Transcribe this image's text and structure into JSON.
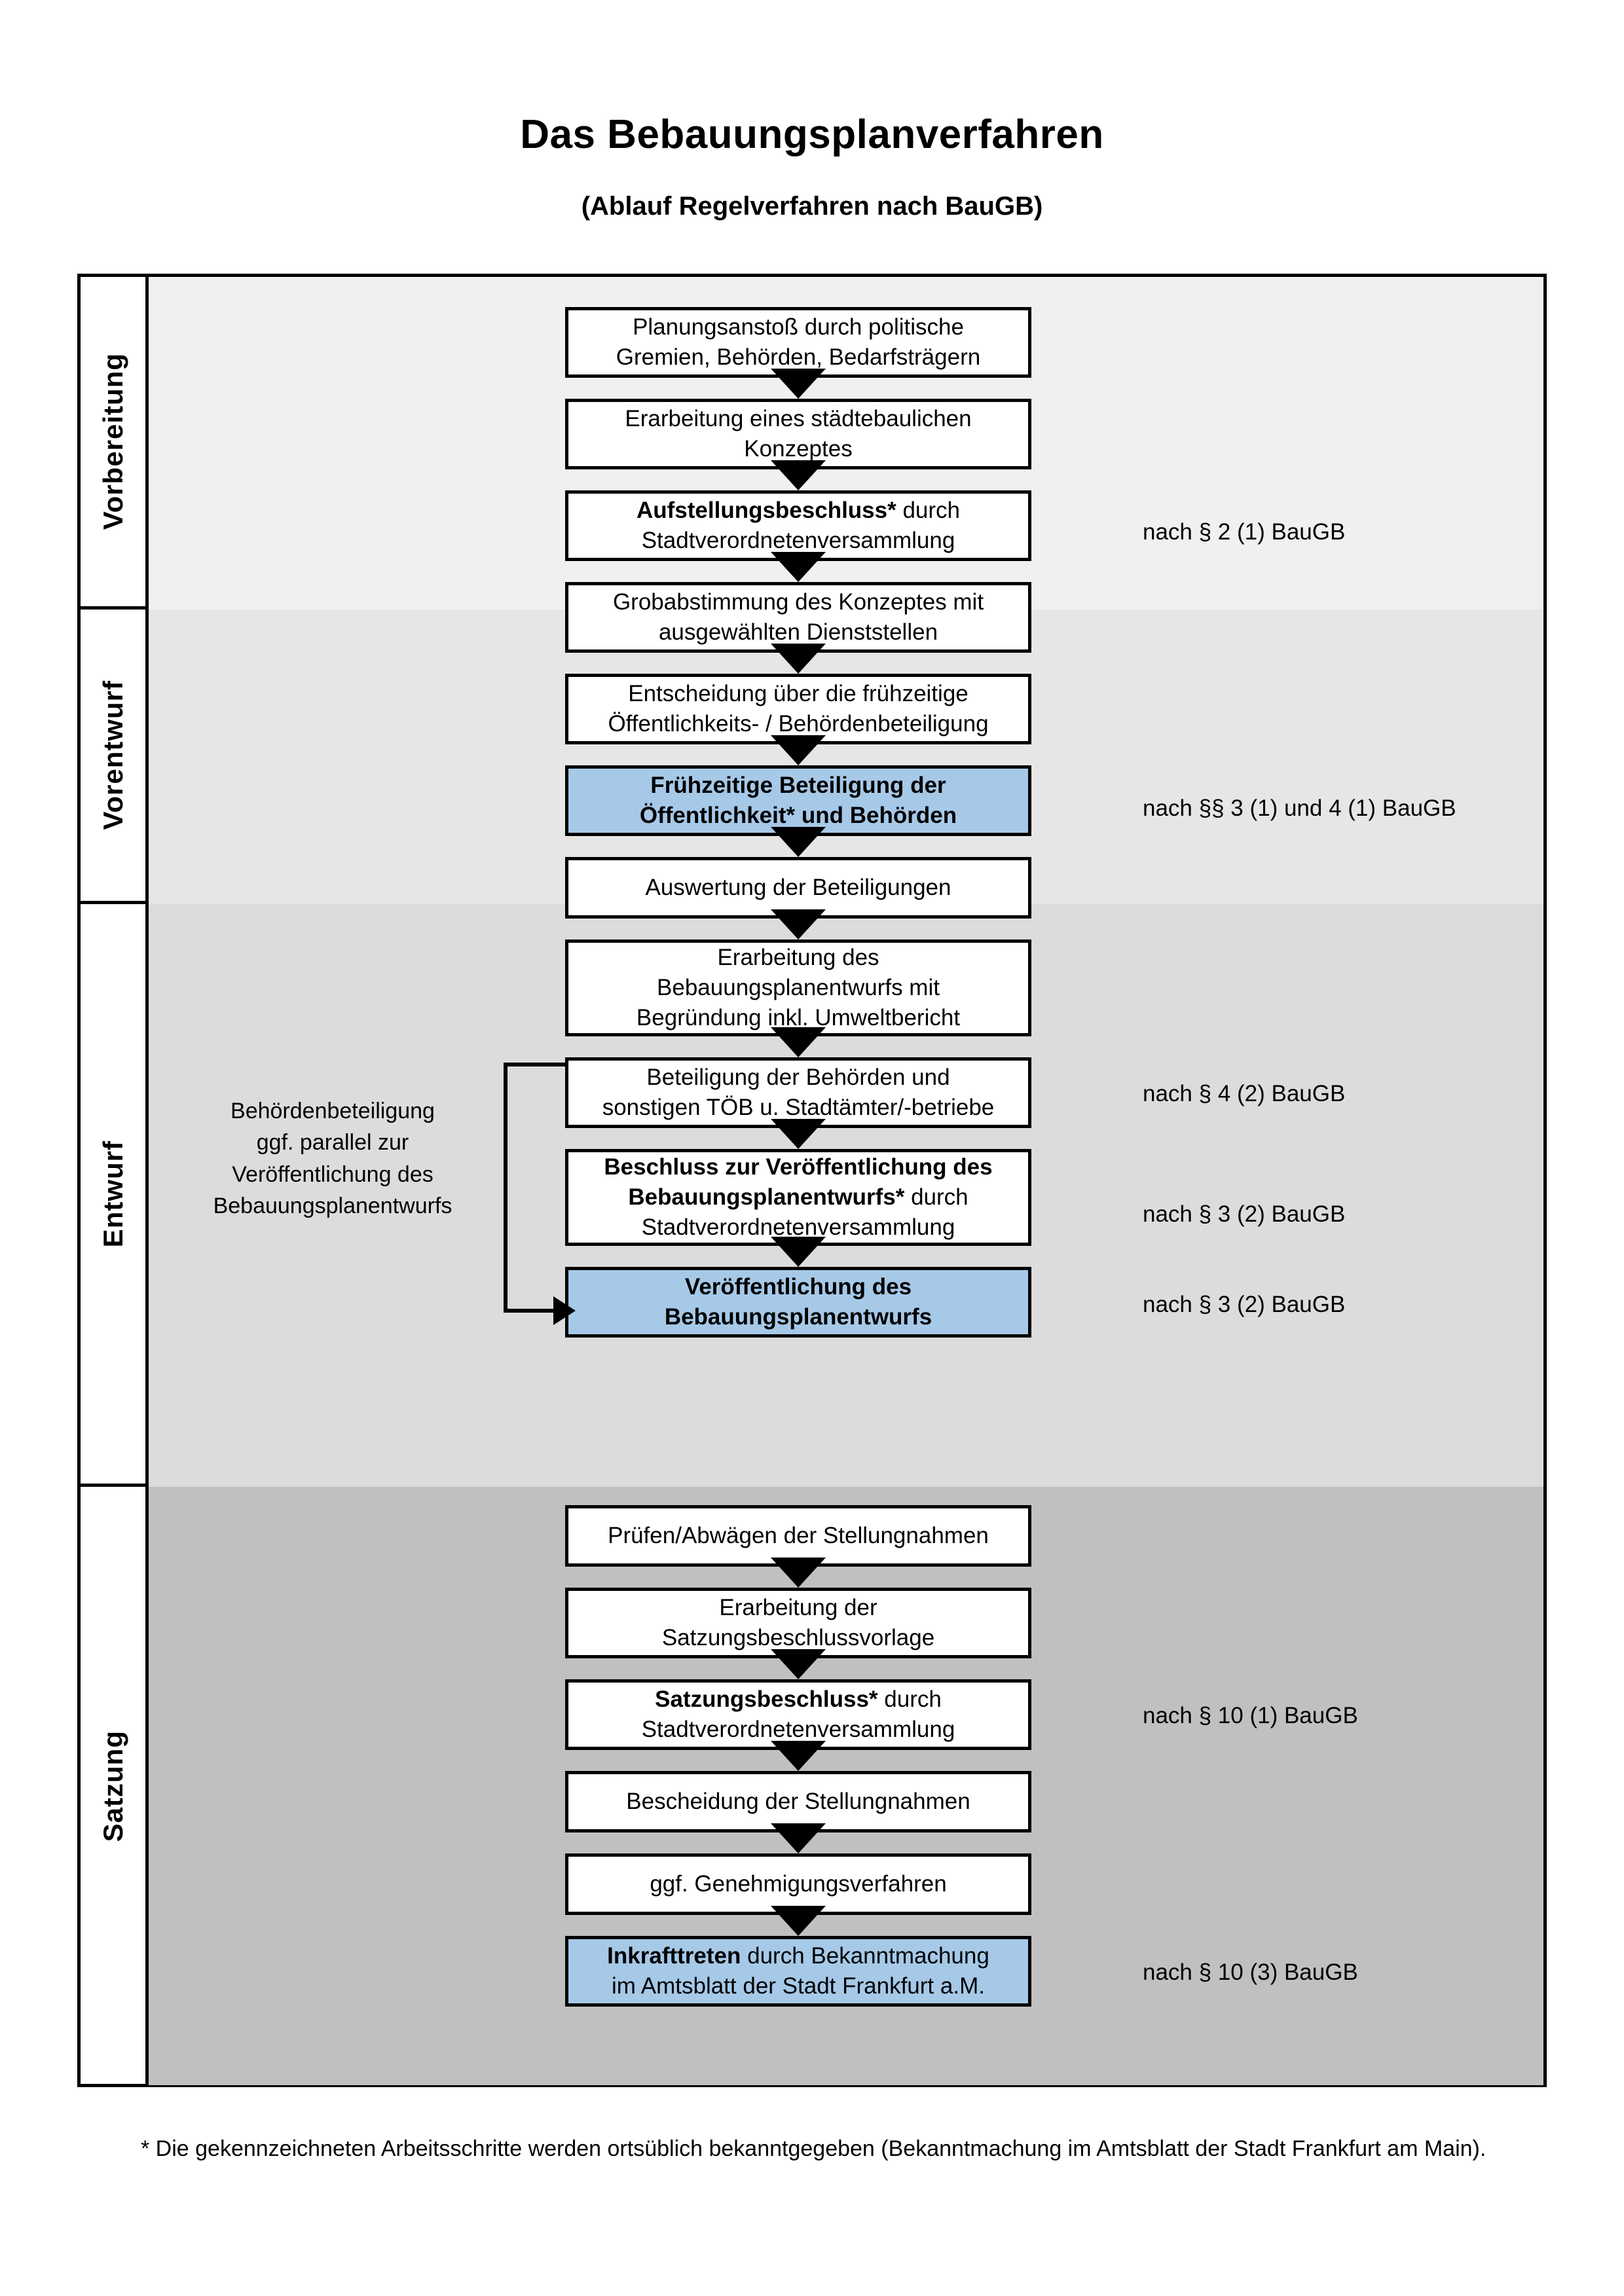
{
  "document": {
    "title": "Das Bebauungsplanverfahren",
    "subtitle": "(Ablauf Regelverfahren nach BauGB)",
    "footnote": "* Die gekennzeichneten Arbeitsschritte werden ortsüblich bekanntgegeben (Bekanntmachung im Amtsblatt  der Stadt Frankfurt am Main)."
  },
  "colors": {
    "highlight_box": "#a6c9e8",
    "band_vorbereitung": "#f0f0f0",
    "band_vorentwurf": "#e6e6e6",
    "band_entwurf": "#dcdcdc",
    "band_satzung": "#c0c0c0",
    "border": "#000000"
  },
  "phases": [
    {
      "label": "Vorbereitung"
    },
    {
      "label": "Vorentwurf"
    },
    {
      "label": "Entwurf"
    },
    {
      "label": "Satzung"
    }
  ],
  "steps": [
    {
      "id": "planungsanstoss",
      "line1": "Planungsanstoß durch politische",
      "line2": "Gremien, Behörden, Bedarfsträgern",
      "bold": "",
      "highlight": false
    },
    {
      "id": "konzept",
      "line1": "Erarbeitung eines städtebaulichen",
      "line2": "Konzeptes",
      "bold": "",
      "highlight": false
    },
    {
      "id": "aufstellungsbeschluss",
      "bold": "Aufstellungsbeschluss*",
      "line1": " durch",
      "line2": "Stadtverordnetenversammlung",
      "highlight": false
    },
    {
      "id": "grobabstimmung",
      "line1": "Grobabstimmung des Konzeptes mit",
      "line2": "ausgewählten Dienststellen",
      "bold": "",
      "highlight": false
    },
    {
      "id": "entscheidung-beteiligung",
      "line1": "Entscheidung über die frühzeitige",
      "line2": "Öffentlichkeits- / Behördenbeteiligung",
      "bold": "",
      "highlight": false
    },
    {
      "id": "fruehzeitige-beteiligung",
      "bold": "Frühzeitige Beteiligung der",
      "boldline2": "Öffentlichkeit* und Behörden",
      "highlight": true
    },
    {
      "id": "auswertung",
      "line1": "Auswertung der Beteiligungen",
      "line2": "",
      "bold": "",
      "highlight": false
    },
    {
      "id": "erarbeitung-entwurf",
      "line1": "Erarbeitung des",
      "line2": "Bebauungsplanentwurfs mit",
      "line3": "Begründung inkl. Umweltbericht",
      "bold": "",
      "highlight": false
    },
    {
      "id": "beteiligung-behoerden",
      "line1": "Beteiligung der Behörden und",
      "line2": "sonstigen TÖB u. Stadtämter/-betriebe",
      "bold": "",
      "highlight": false
    },
    {
      "id": "beschluss-veroeffentlichung",
      "bold": "Beschluss zur Veröffentlichung des",
      "boldline2": "Bebauungsplanentwurfs*",
      "line2": " durch",
      "line3": "Stadtverordnetenversammlung",
      "highlight": false
    },
    {
      "id": "veroeffentlichung",
      "bold": "Veröffentlichung des",
      "boldline2": "Bebauungsplanentwurfs",
      "highlight": true
    },
    {
      "id": "pruefen-abwaegen",
      "line1": "Prüfen/Abwägen der Stellungnahmen",
      "line2": "",
      "bold": "",
      "highlight": false
    },
    {
      "id": "satzungsbeschlussvorlage",
      "line1": "Erarbeitung der",
      "line2": "Satzungsbeschlussvorlage",
      "bold": "",
      "highlight": false
    },
    {
      "id": "satzungsbeschluss",
      "bold": "Satzungsbeschluss*",
      "line1": " durch",
      "line2": "Stadtverordnetenversammlung",
      "highlight": false
    },
    {
      "id": "bescheidung",
      "line1": "Bescheidung der Stellungnahmen",
      "line2": "",
      "bold": "",
      "highlight": false
    },
    {
      "id": "genehmigungsverfahren",
      "line1": "ggf. Genehmigungsverfahren",
      "line2": "",
      "bold": "",
      "highlight": false
    },
    {
      "id": "inkrafttreten",
      "bold": "Inkrafttreten",
      "line1": " durch Bekanntmachung",
      "line2": "im Amtsblatt der Stadt Frankfurt a.M.",
      "highlight": true
    }
  ],
  "legal_refs": [
    {
      "id": "ref-2-1",
      "text": "nach § 2 (1) BauGB"
    },
    {
      "id": "ref-3-1-4-1",
      "text": "nach §§ 3 (1) und 4 (1) BauGB"
    },
    {
      "id": "ref-4-2",
      "text": "nach § 4 (2) BauGB"
    },
    {
      "id": "ref-3-2-a",
      "text": "nach § 3 (2) BauGB"
    },
    {
      "id": "ref-3-2-b",
      "text": "nach § 3 (2) BauGB"
    },
    {
      "id": "ref-10-1",
      "text": "nach § 10 (1) BauGB"
    },
    {
      "id": "ref-10-3",
      "text": "nach § 10 (3) BauGB"
    }
  ],
  "side_note": {
    "line1": "Behördenbeteiligung",
    "line2": "ggf. parallel zur",
    "line3": "Veröffentlichung des",
    "line4": "Bebauungsplanentwurfs"
  }
}
